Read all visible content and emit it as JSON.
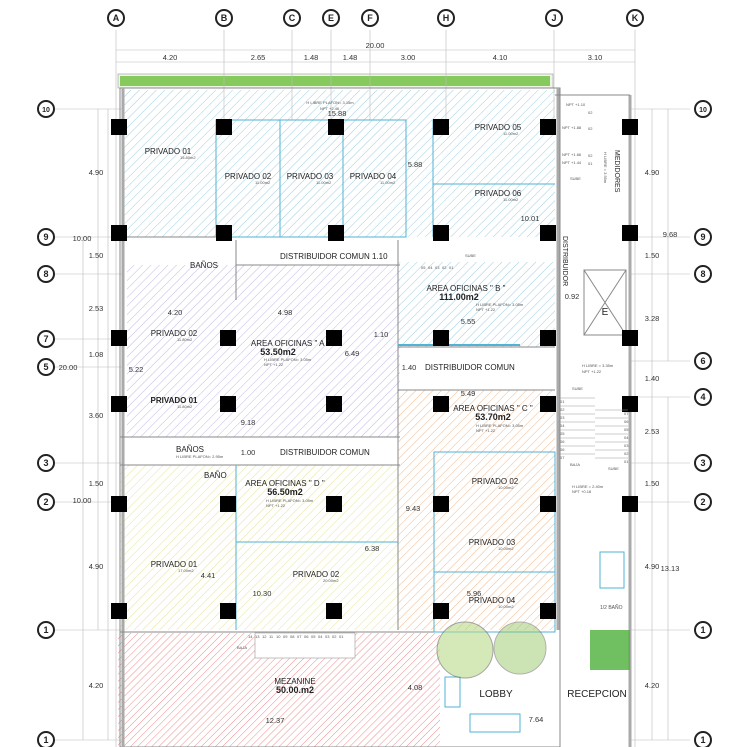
{
  "axes": {
    "columns": [
      "A",
      "B",
      "C",
      "E",
      "F",
      "H",
      "J",
      "K"
    ],
    "rows_left": [
      "10",
      "9",
      "8",
      "7",
      "5",
      "3",
      "2",
      "1",
      "1"
    ],
    "rows_right": [
      "10",
      "9",
      "8",
      "6",
      "4",
      "3",
      "2",
      "1",
      "1"
    ]
  },
  "dims_top": {
    "total": "20.00",
    "spans": [
      "4.20",
      "2.65",
      "1.48",
      "1.48",
      "3.00",
      "4.10",
      "3.10"
    ]
  },
  "dims_left": {
    "spans": [
      "4.90",
      "1.50",
      "2.53",
      "1.08",
      "3.60",
      "1.50",
      "4.90",
      "4.20"
    ],
    "sub1": "10.00",
    "sub2": "10.00",
    "total": "20.00"
  },
  "dims_right": {
    "spans": [
      "4.90",
      "1.50",
      "3.28",
      "1.40",
      "2.53",
      "1.50",
      "4.90",
      "4.20"
    ],
    "sub1": "9.68",
    "sub2": "13.13"
  },
  "top": {
    "plafon": "H LIBRE PLAFON= 3.15m",
    "npt": "NPT +2.46",
    "dim_width": "15.88",
    "dim_height": "5.88",
    "dim_right": "10.01",
    "rooms": [
      {
        "name": "PRIVADO 01",
        "area": "15.80m2"
      },
      {
        "name": "PRIVADO 02",
        "area": "11.00m2"
      },
      {
        "name": "PRIVADO 03",
        "area": "11.00m2"
      },
      {
        "name": "PRIVADO 04",
        "area": "11.00m2"
      },
      {
        "name": "PRIVADO 05",
        "area": "11.00m2"
      },
      {
        "name": "PRIVADO 06",
        "area": "11.00m2"
      }
    ]
  },
  "stairs_top": {
    "npt": [
      "NPT +1.10",
      "NPT +1.88",
      "NPT +1.66",
      "NPT +1.44"
    ],
    "steps": [
      "02",
      "02",
      "02",
      "01"
    ],
    "sube": "SUBE",
    "medidores": "MEDIDORES",
    "medidores_h": "H LIBRE = 3.55m",
    "small_steps": [
      "05",
      "04",
      "03",
      "02",
      "01"
    ],
    "sube2": "SUBE"
  },
  "distribuidor_vertical": "DISTRIBUIDOR",
  "banos_top": "BAÑOS",
  "dist_comun_1": "DISTRIBUIDOR COMUN 1.10",
  "oficinas_a": {
    "name": "AREA OFICINAS \" A \"",
    "area": "53.50m2",
    "plafon": "H LIBRE PLAFON= 3.05m",
    "npt": "NPT +1.22",
    "dims": [
      "4.20",
      "4.98",
      "5.22",
      "6.49",
      "9.18",
      "1.10"
    ],
    "rooms": [
      {
        "name": "PRIVADO 02",
        "area": "11.80m2"
      },
      {
        "name": "PRIVADO 01",
        "area": "11.80m2"
      }
    ]
  },
  "oficinas_b": {
    "name": "AREA OFICINAS \" B \"",
    "area": "111.00m2",
    "plafon": "H LIBRE PLAFON= 3.05m",
    "npt": "NPT +1.22",
    "dim": "5.55",
    "dim2": "0.92"
  },
  "elevator": "E",
  "dist_comun_2": {
    "label": "DISTRIBUIDOR COMUN",
    "dim": "1.40"
  },
  "stair_main": {
    "h": "H LIBRE = 3.35m",
    "npt": "NPT +1.22",
    "sube": "SUBE",
    "baja": "BAJA",
    "sube2": "SUBE",
    "left": [
      "01",
      "02",
      "03",
      "04",
      "05",
      "06",
      "06",
      "07"
    ],
    "right": [
      "07",
      "06",
      "05",
      "04",
      "03",
      "02",
      "01"
    ],
    "h2": "H LIBRE = 2.40m",
    "npt2": "NPT +0.18"
  },
  "oficinas_c": {
    "name": "AREA OFICINAS \" C \"",
    "area": "53.70m2",
    "plafon": "H LIBRE PLAFON= 3.05m",
    "npt": "NPT +1.22",
    "dim": "5.49",
    "dim_h": "9.43",
    "dim_bottom": "5.96",
    "rooms": [
      {
        "name": "PRIVADO 02",
        "area": "10.00m2"
      },
      {
        "name": "PRIVADO 03",
        "area": "10.00m2"
      },
      {
        "name": "PRIVADO 04",
        "area": "10.00m2"
      }
    ]
  },
  "banos_mid": {
    "label": "BAÑOS",
    "plafon": "H LIBRE PLAFON= 2.95m",
    "bano": "BAÑO",
    "dim": "1.00"
  },
  "dist_comun_3": "DISTRIBUIDOR COMUN",
  "oficinas_d": {
    "name": "AREA OFICINAS \" D \"",
    "area": "56.50m2",
    "plafon": "H LIBRE PLAFON= 3.05m",
    "npt": "NPT +1.22",
    "dims": [
      "6.38",
      "4.41",
      "10.30"
    ],
    "rooms": [
      {
        "name": "PRIVADO 01",
        "area": "17.00m2"
      },
      {
        "name": "PRIVADO 02",
        "area": "20.00m2"
      }
    ]
  },
  "medio_bano": "1/2 BAÑO",
  "mezanine": {
    "name": "MEZANINE",
    "area": "50.00.m2",
    "dims": [
      "4.08",
      "12.37"
    ],
    "baja": "BAJA",
    "steps": [
      "14",
      "13",
      "12",
      "11",
      "10",
      "09",
      "08",
      "07",
      "06",
      "05",
      "04",
      "03",
      "02",
      "01"
    ]
  },
  "lobby": {
    "label": "LOBBY",
    "dim": "7.64"
  },
  "recepcion": "RECEPCION",
  "colors": {
    "blue_hatch": "#9fcfe0",
    "purple_hatch": "#c6b8e6",
    "orange_hatch": "#f2b98c",
    "yellow_hatch": "#e6e39a",
    "red_hatch": "#ef8d8d",
    "partition": "#4fb3d6"
  }
}
